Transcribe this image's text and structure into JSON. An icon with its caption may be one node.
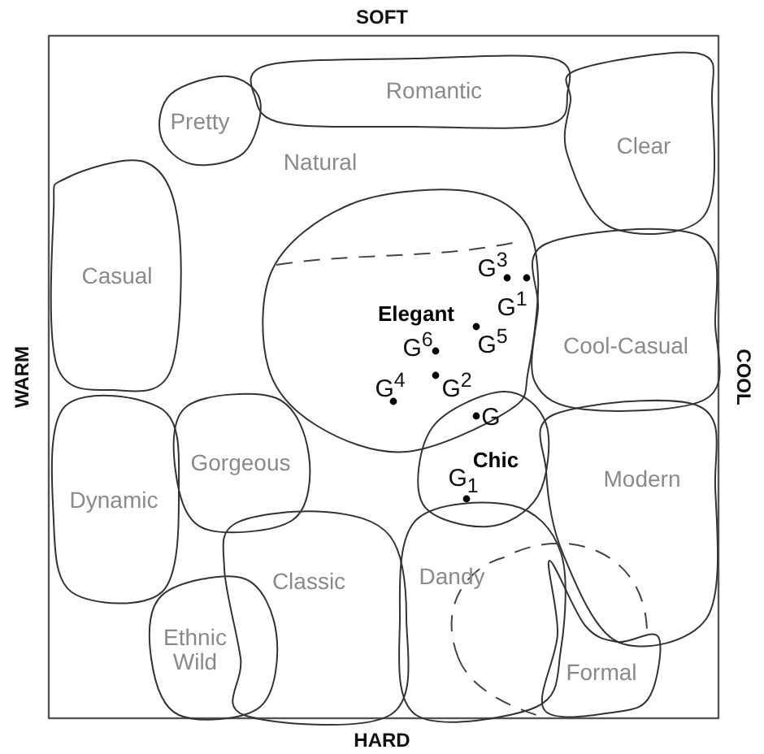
{
  "diagram": {
    "nodes": [
      {
        "text": [
          "Romantic"
        ]
      },
      {
        "text": [
          "Pretty"
        ]
      },
      {
        "text": [
          "Clear"
        ]
      },
      {
        "text": [
          "Casual"
        ]
      },
      {
        "text": [
          "Elegant"
        ]
      },
      {
        "text": [
          "Cool-Casual"
        ]
      },
      {
        "text": [
          "Chic"
        ]
      },
      {
        "text": [
          "Gorgeous"
        ]
      },
      {
        "text": [
          "Dynamic"
        ]
      },
      {
        "text": [
          "Modern"
        ]
      },
      {
        "text": [
          "Classic"
        ]
      },
      {
        "text": [
          "Dandy"
        ]
      },
      {
        "text": [
          "Ethnic Wild"
        ]
      },
      {
        "text": [
          "Formal"
        ]
      }
    ],
    "edges": [],
    "labels": [
      "SOFT",
      "Natural",
      "G$^{3}$",
      "G$^{1}$",
      "G$^{6}$",
      "G$^{5}$",
      "WARM",
      "COOL",
      "G$^{4}$",
      "G$^{2}$",
      "G",
      "G$_{1}$",
      "HARD"
    ]
  }
}
